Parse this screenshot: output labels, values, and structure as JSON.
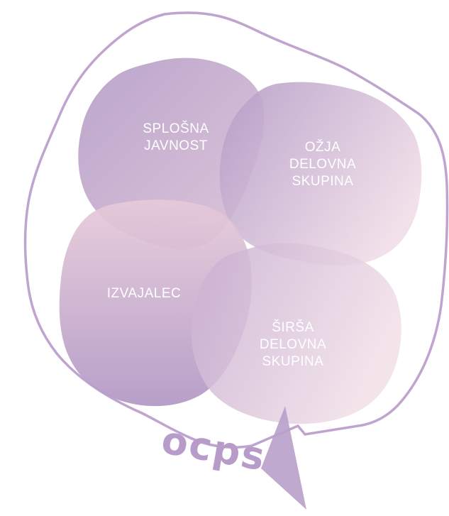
{
  "diagram": {
    "groups": [
      {
        "id": "splosna-javnost",
        "lines": [
          "SPLOŠNA",
          "JAVNOST"
        ]
      },
      {
        "id": "ozja-delovna-skupina",
        "lines": [
          "OŽJA",
          "DELOVNA",
          "SKUPINA"
        ]
      },
      {
        "id": "izvajalec",
        "lines": [
          "IZVAJALEC"
        ]
      },
      {
        "id": "sirsa-delovna-skupina",
        "lines": [
          "ŠIRŠA",
          "DELOVNA",
          "SKUPINA"
        ]
      }
    ],
    "logo_text": "ocps",
    "colors": {
      "outline": "#b99ccb",
      "blob_dark": "#a98bbf",
      "blob_light": "#efd8e4",
      "label": "#ffffff"
    }
  }
}
